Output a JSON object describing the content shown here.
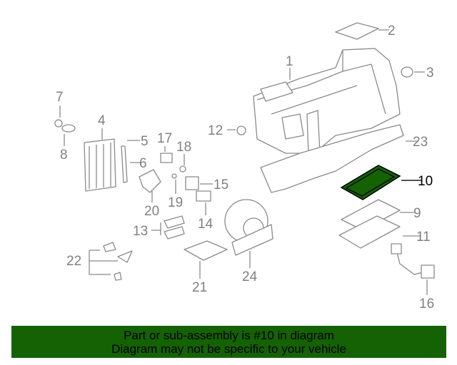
{
  "diagram": {
    "highlight_color": "#156205",
    "highlighted_part": "10",
    "callouts": [
      "1",
      "2",
      "3",
      "4",
      "5",
      "6",
      "7",
      "8",
      "9",
      "10",
      "11",
      "12",
      "13",
      "14",
      "15",
      "16",
      "17",
      "18",
      "19",
      "20",
      "21",
      "22",
      "23",
      "24"
    ]
  },
  "banner": {
    "line1": "Part or sub-assembly is #10 in diagram",
    "line2": "Diagram may not be specific to your vehicle"
  }
}
